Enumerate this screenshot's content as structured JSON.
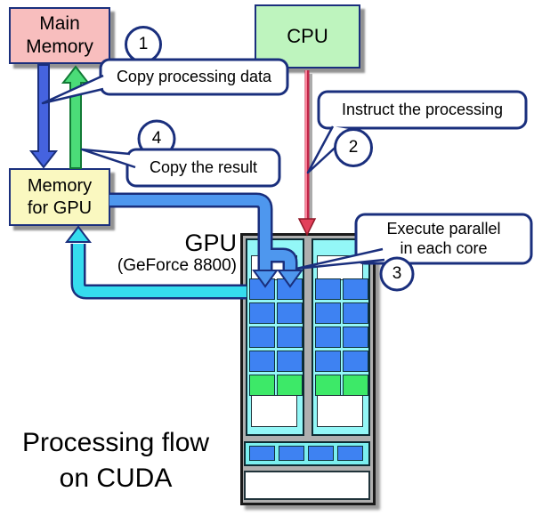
{
  "title": {
    "line1": "Processing flow",
    "line2": "on CUDA"
  },
  "boxes": {
    "main_memory": {
      "line1": "Main",
      "line2": "Memory",
      "color": "#F8BEBE"
    },
    "cpu": {
      "label": "CPU",
      "color": "#BEF4BE"
    },
    "memory_for_gpu": {
      "line1": "Memory",
      "line2": "for GPU",
      "color": "#FAF8C0"
    }
  },
  "gpu": {
    "label": "GPU",
    "sublabel": "(GeForce 8800)",
    "structure": {
      "columns": 2,
      "cores_per_row": 2,
      "blue_rows": 4,
      "green_rows": 1,
      "strip_cells": 4
    },
    "colors": {
      "frame": "#AFAFAF",
      "column_bg": "#93F7F7",
      "core_blue": "#3E82F2",
      "core_green": "#3DE968",
      "strip_bg": "#7BEFEF"
    }
  },
  "callouts": {
    "c1": {
      "number": "1",
      "text": "Copy processing data"
    },
    "c2": {
      "number": "2",
      "text": "Instruct the processing"
    },
    "c3": {
      "number": "3",
      "line1": "Execute parallel",
      "line2": "in each core"
    },
    "c4": {
      "number": "4",
      "text": "Copy the result"
    }
  },
  "arrows": {
    "copy_to_gpu": {
      "name": "main-memory-to-gpu-memory",
      "color": "#4563DF"
    },
    "copy_back": {
      "name": "gpu-memory-to-main-memory",
      "color": "#4BDC78"
    },
    "instruct": {
      "name": "cpu-to-gpu-instruction",
      "color": "#D93352"
    },
    "data_transfer": {
      "name": "gpu-memory-to-cores",
      "color": "#4E97EE"
    },
    "result_transfer": {
      "name": "cores-to-gpu-memory",
      "color": "#35DCEE"
    }
  },
  "colors": {
    "outline_navy": "#1A2F7D",
    "bubble_fill": "#FFFFFF"
  }
}
